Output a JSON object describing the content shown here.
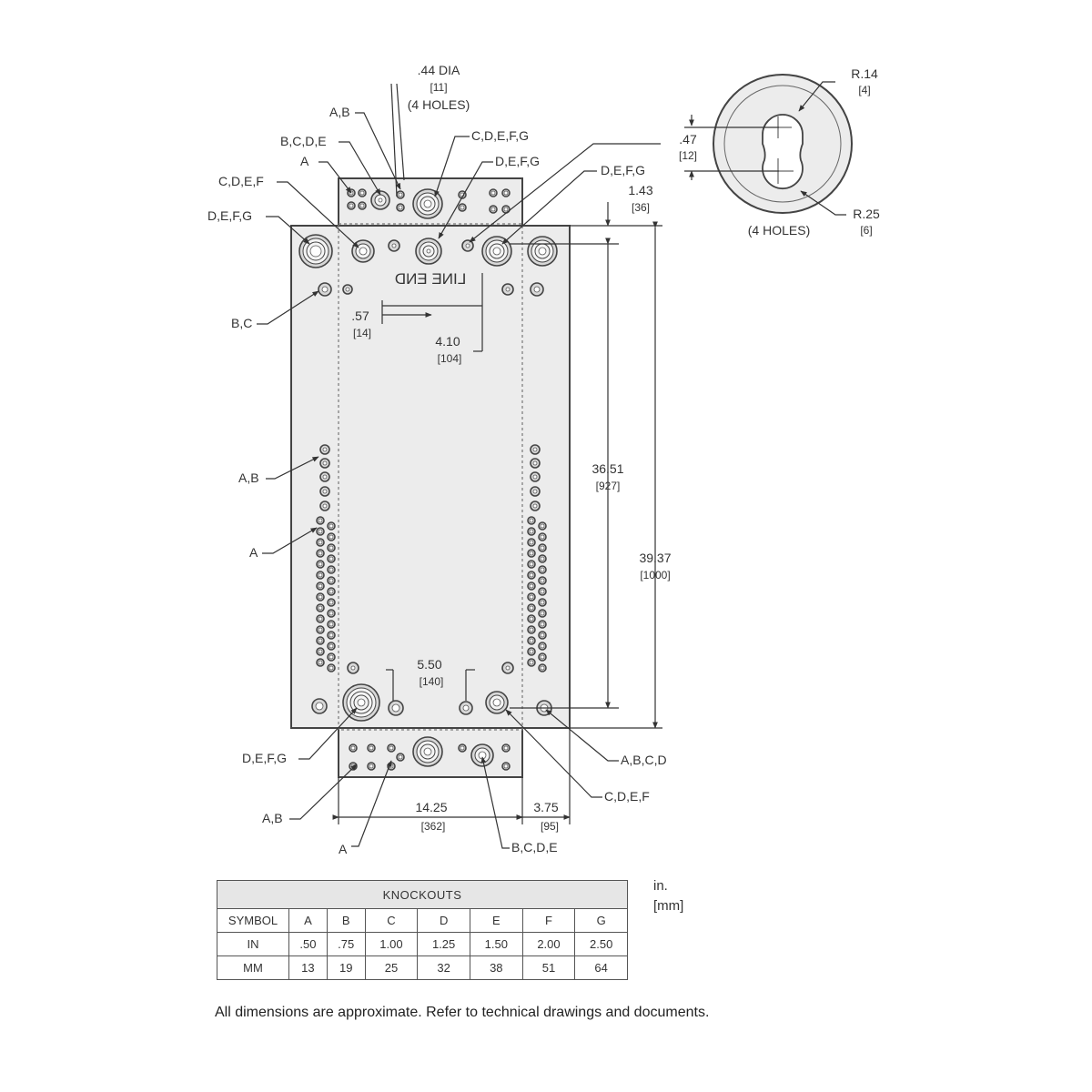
{
  "labels": {
    "hole_dia": ".44 DIA",
    "hole_dia_mm": "[11]",
    "hole_count": "(4 HOLES)",
    "line_end": "LINE END",
    "keyhole_count": "(4 HOLES)",
    "r_small": "R.14",
    "r_small_mm": "[4]",
    "r_large": "R.25",
    "r_large_mm": "[6]",
    "keyhole_dim": ".47",
    "keyhole_dim_mm": "[12]",
    "dim_top": "1.43",
    "dim_top_mm": "[36]",
    "dim_inner_h": "36.51",
    "dim_inner_h_mm": "[927]",
    "dim_total_h": "39.37",
    "dim_total_h_mm": "[1000]",
    "dim_57": ".57",
    "dim_57_mm": "[14]",
    "dim_410": "4.10",
    "dim_410_mm": "[104]",
    "dim_550": "5.50",
    "dim_550_mm": "[140]",
    "dim_width": "14.25",
    "dim_width_mm": "[362]",
    "dim_side": "3.75",
    "dim_side_mm": "[95]"
  },
  "callouts": {
    "top_ab": "A,B",
    "top_bcde": "B,C,D,E",
    "top_a": "A",
    "top_cdef_left": "C,D,E,F",
    "top_defg_left": "D,E,F,G",
    "top_cdefg": "C,D,E,F,G",
    "top_defg_mid": "D,E,F,G",
    "top_defg_right": "D,E,F,G",
    "left_bc": "B,C",
    "left_ab": "A,B",
    "left_a": "A",
    "bottom_defg": "D,E,F,G",
    "bottom_ab": "A,B",
    "bottom_a": "A",
    "bottom_bcde": "B,C,D,E",
    "bottom_cdef": "C,D,E,F",
    "bottom_abcd": "A,B,C,D"
  },
  "table": {
    "title": "KNOCKOUTS",
    "symbol_label": "SYMBOL",
    "in_label": "IN",
    "mm_label": "MM",
    "symbols": [
      "A",
      "B",
      "C",
      "D",
      "E",
      "F",
      "G"
    ],
    "inches": [
      ".50",
      ".75",
      "1.00",
      "1.25",
      "1.50",
      "2.00",
      "2.50"
    ],
    "millimeters": [
      "13",
      "19",
      "25",
      "32",
      "38",
      "51",
      "64"
    ]
  },
  "units": {
    "inch": "in.",
    "mm": "[mm]"
  },
  "footnote": "All dimensions are approximate.  Refer to technical drawings and documents.",
  "colors": {
    "panel_fill": "#ececec",
    "line": "#444444"
  }
}
